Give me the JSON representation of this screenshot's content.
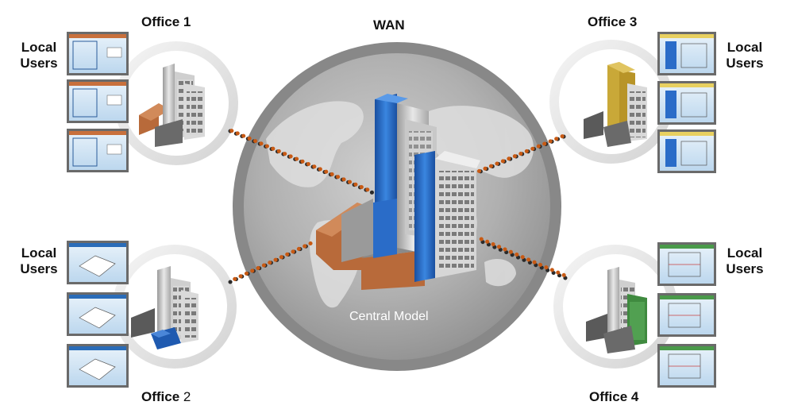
{
  "wan_label": "WAN",
  "central_label": "Central Model",
  "offices": [
    {
      "name": "Office",
      "num": "1",
      "accent": "#c8703c",
      "local_users": [
        "Local",
        "Users"
      ]
    },
    {
      "name": "Office",
      "num": "2",
      "accent": "#2a6cb8",
      "local_users": [
        "Local",
        "Users"
      ]
    },
    {
      "name": "Office",
      "num": "3",
      "accent": "#d4b040",
      "local_users": [
        "Local",
        "Users"
      ]
    },
    {
      "name": "Office",
      "num": "4",
      "accent": "#4a9a4a",
      "local_users": [
        "Local",
        "Users"
      ]
    }
  ],
  "colors": {
    "globe_ring": "#8a8a8a",
    "link_dots": "#c85a14",
    "office_ring": "#e2e2e2",
    "tower_blue": "#2a6cc8",
    "podium_brick": "#b86a3a"
  }
}
